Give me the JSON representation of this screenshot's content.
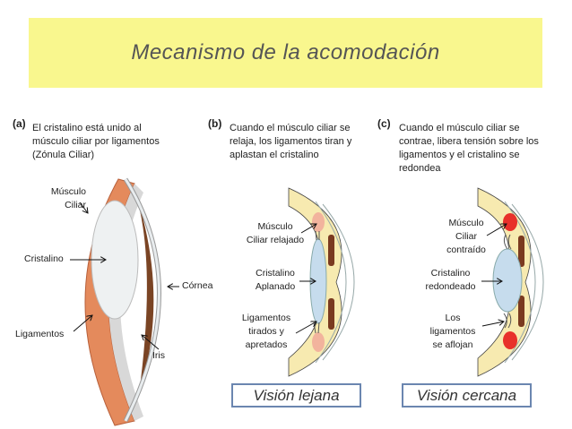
{
  "title": "Mecanismo de la acomodación",
  "panels": [
    {
      "tag": "(a)",
      "description": "El cristalino está unido al\nmúsculo ciliar por ligamentos\n(Zónula Ciliar)",
      "labels": {
        "muscle": "Músculo\nCiliar",
        "lens": "Cristalino",
        "cornea": "Córnea",
        "ligaments": "Ligamentos",
        "iris": "Iris"
      }
    },
    {
      "tag": "(b)",
      "description": "Cuando el músculo ciliar se\nrelaja, los ligamentos  tiran y\naplastan el cristalino",
      "labels": {
        "muscle": "Músculo\nCiliar relajado",
        "lens": "Cristalino\nAplanado",
        "ligaments": "Ligamentos\ntirados y\napretados"
      },
      "caption": "Visión lejana"
    },
    {
      "tag": "(c)",
      "description": "Cuando el músculo ciliar se\ncontrae, libera tensión sobre los\nligamentos y el cristalino se\nredondea",
      "labels": {
        "muscle": "Músculo\nCiliar\ncontraído",
        "lens": "Cristalino\nredondeado",
        "ligaments": "Los\nligamentos\nse aflojan"
      },
      "caption": "Visión cercana"
    }
  ]
}
